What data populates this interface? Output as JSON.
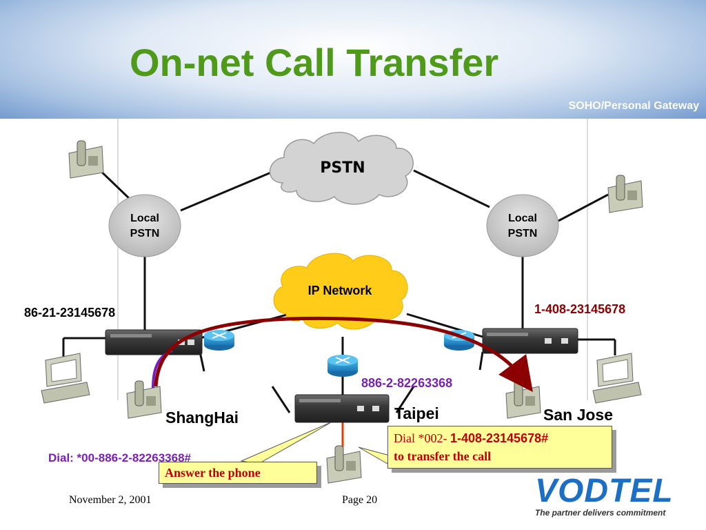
{
  "slide": {
    "title": "On-net Call Transfer",
    "subtitle": "SOHO/Personal Gateway"
  },
  "clouds": {
    "pstn": "PSTN",
    "ip_network": "IP Network"
  },
  "local_pstn_left": "Local\nPSTN",
  "local_pstn_right": "Local\nPSTN",
  "numbers": {
    "shanghai": "86-21-23145678",
    "san_jose": "1-408-23145678",
    "taipei": "886-2-82263368"
  },
  "cities": {
    "shanghai": "ShangHai",
    "taipei": "Taipei",
    "san_jose": "San Jose"
  },
  "dial_left": "Dial: *00-886-2-82263368#",
  "callout_answer": "Answer the phone",
  "callout_transfer": {
    "prefix": "Dial *002- ",
    "number": "1-408-23145678#",
    "line2": "to transfer the call"
  },
  "footer": {
    "date": "November 2, 2001",
    "page": "Page 20"
  },
  "logo": {
    "name": "VODTEL",
    "tagline": "The partner delivers commitment"
  },
  "colors": {
    "title": "#4f9a1a",
    "accent_red": "#8b0000",
    "accent_purple": "#7a1fb8",
    "callout_bg": "#ffff99",
    "logo_blue": "#1c6fc2"
  }
}
